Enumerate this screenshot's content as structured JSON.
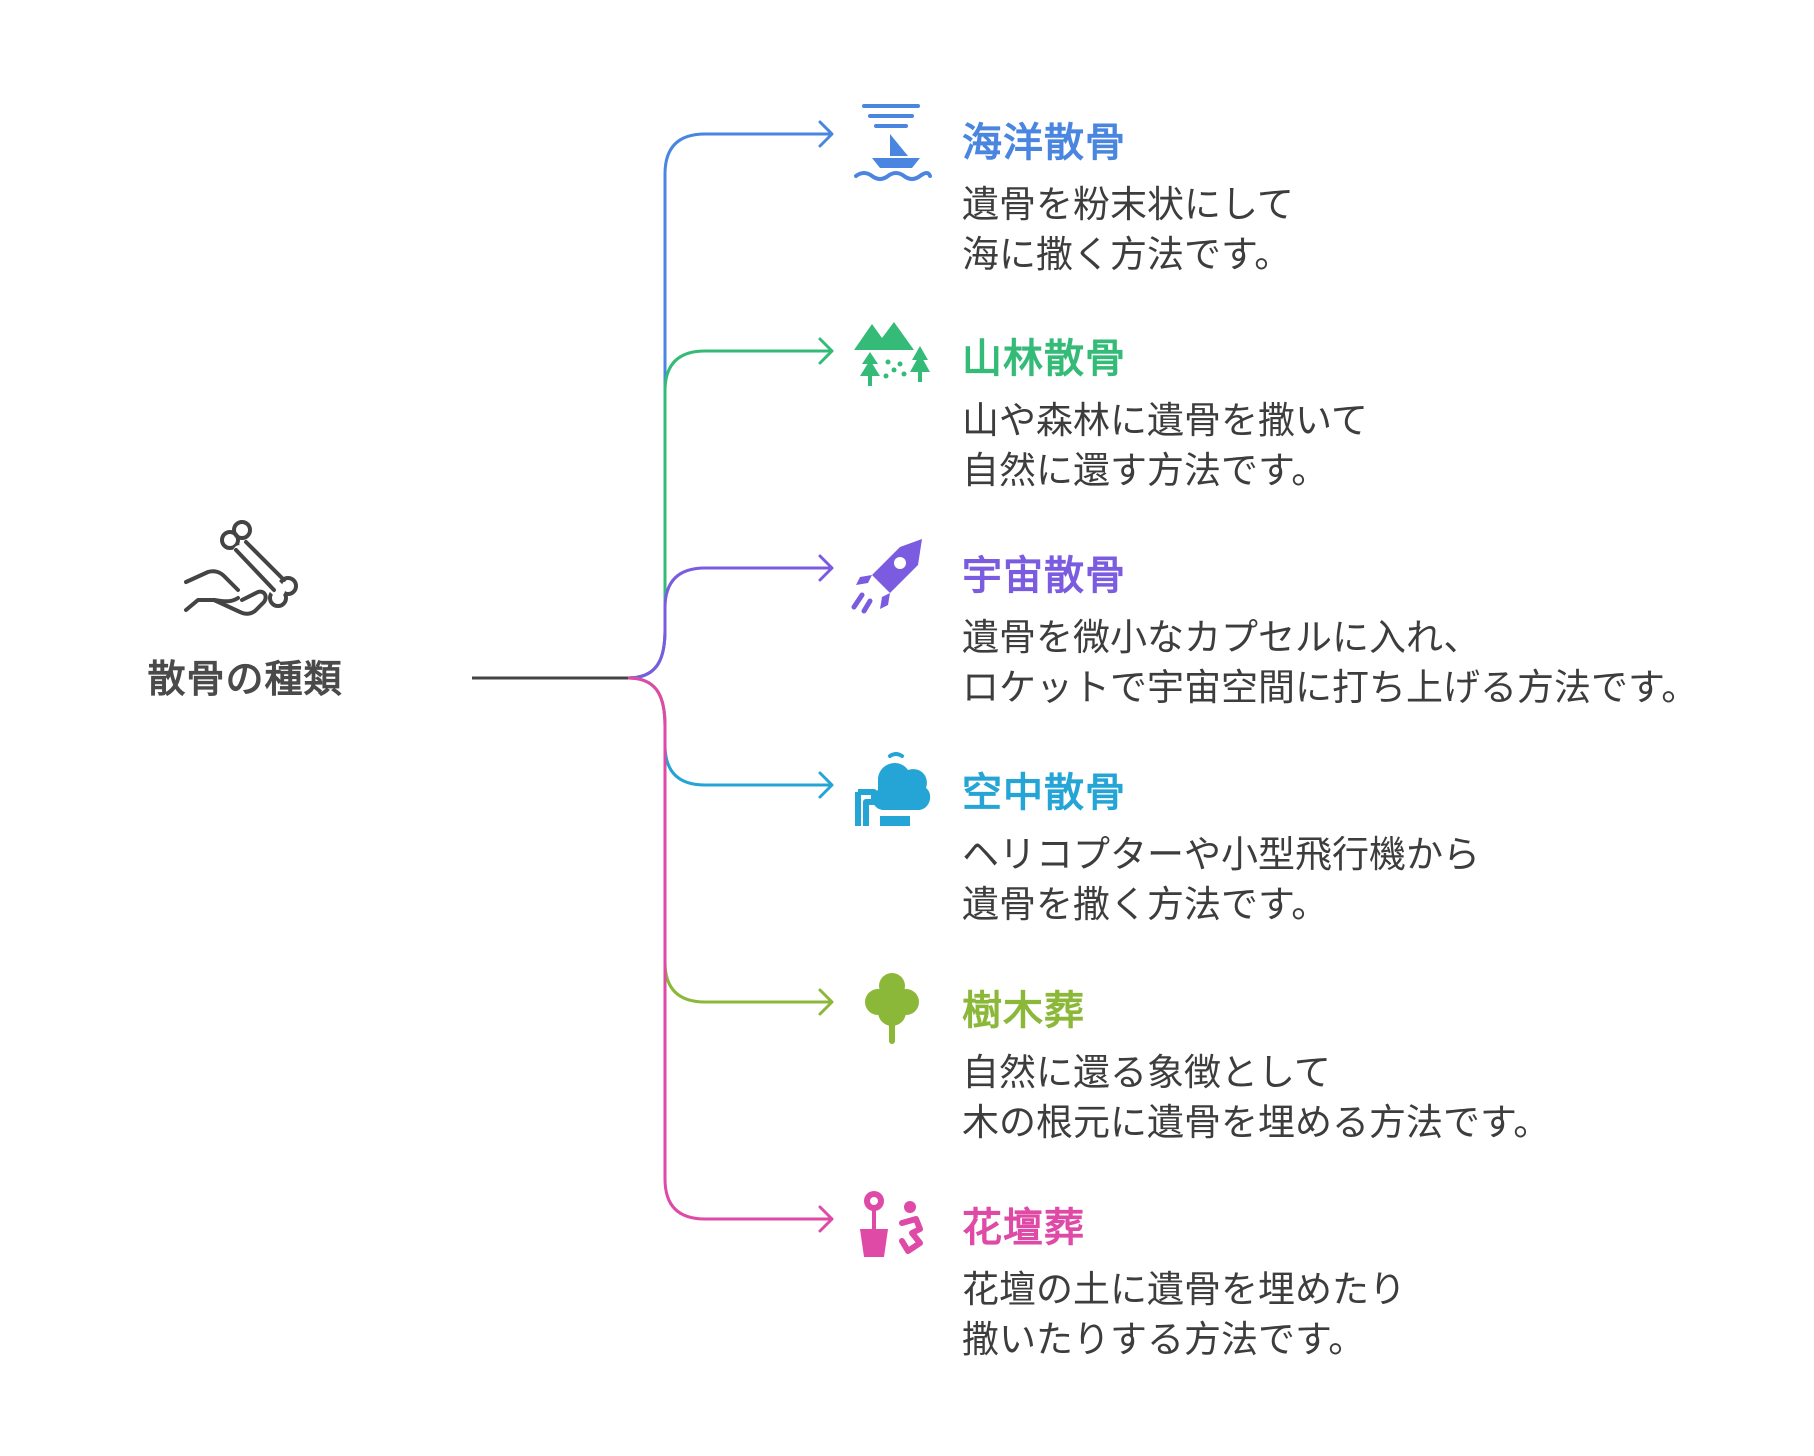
{
  "root": {
    "label": "散骨の種類",
    "icon": "hand-holding-bone-icon"
  },
  "branches": [
    {
      "id": "ocean",
      "title": "海洋散骨",
      "description_lines": [
        "遺骨を粉末状にして",
        "海に撒く方法です。"
      ],
      "color": "#4a86e0",
      "icon": "boat-sea-icon"
    },
    {
      "id": "forest",
      "title": "山林散骨",
      "description_lines": [
        "山や森林に遺骨を撒いて",
        "自然に還す方法です。"
      ],
      "color": "#35bb78",
      "icon": "mountain-trees-icon"
    },
    {
      "id": "space",
      "title": "宇宙散骨",
      "description_lines": [
        "遺骨を微小なカプセルに入れ、",
        "ロケットで宇宙空間に打ち上げる方法です。"
      ],
      "color": "#7b5ce0",
      "icon": "rocket-icon"
    },
    {
      "id": "air",
      "title": "空中散骨",
      "description_lines": [
        "ヘリコプターや小型飛行機から",
        "遺骨を撒く方法です。"
      ],
      "color": "#25a4d6",
      "icon": "cloud-aircraft-icon"
    },
    {
      "id": "tree",
      "title": "樹木葬",
      "description_lines": [
        "自然に還る象徴として",
        "木の根元に遺骨を埋める方法です。"
      ],
      "color": "#8cb83a",
      "icon": "tree-icon"
    },
    {
      "id": "flowerbed",
      "title": "花壇葬",
      "description_lines": [
        "花壇の土に遺骨を埋めたり",
        "撒いたりする方法です。"
      ],
      "color": "#de4aa6",
      "icon": "flower-pot-icon"
    }
  ]
}
